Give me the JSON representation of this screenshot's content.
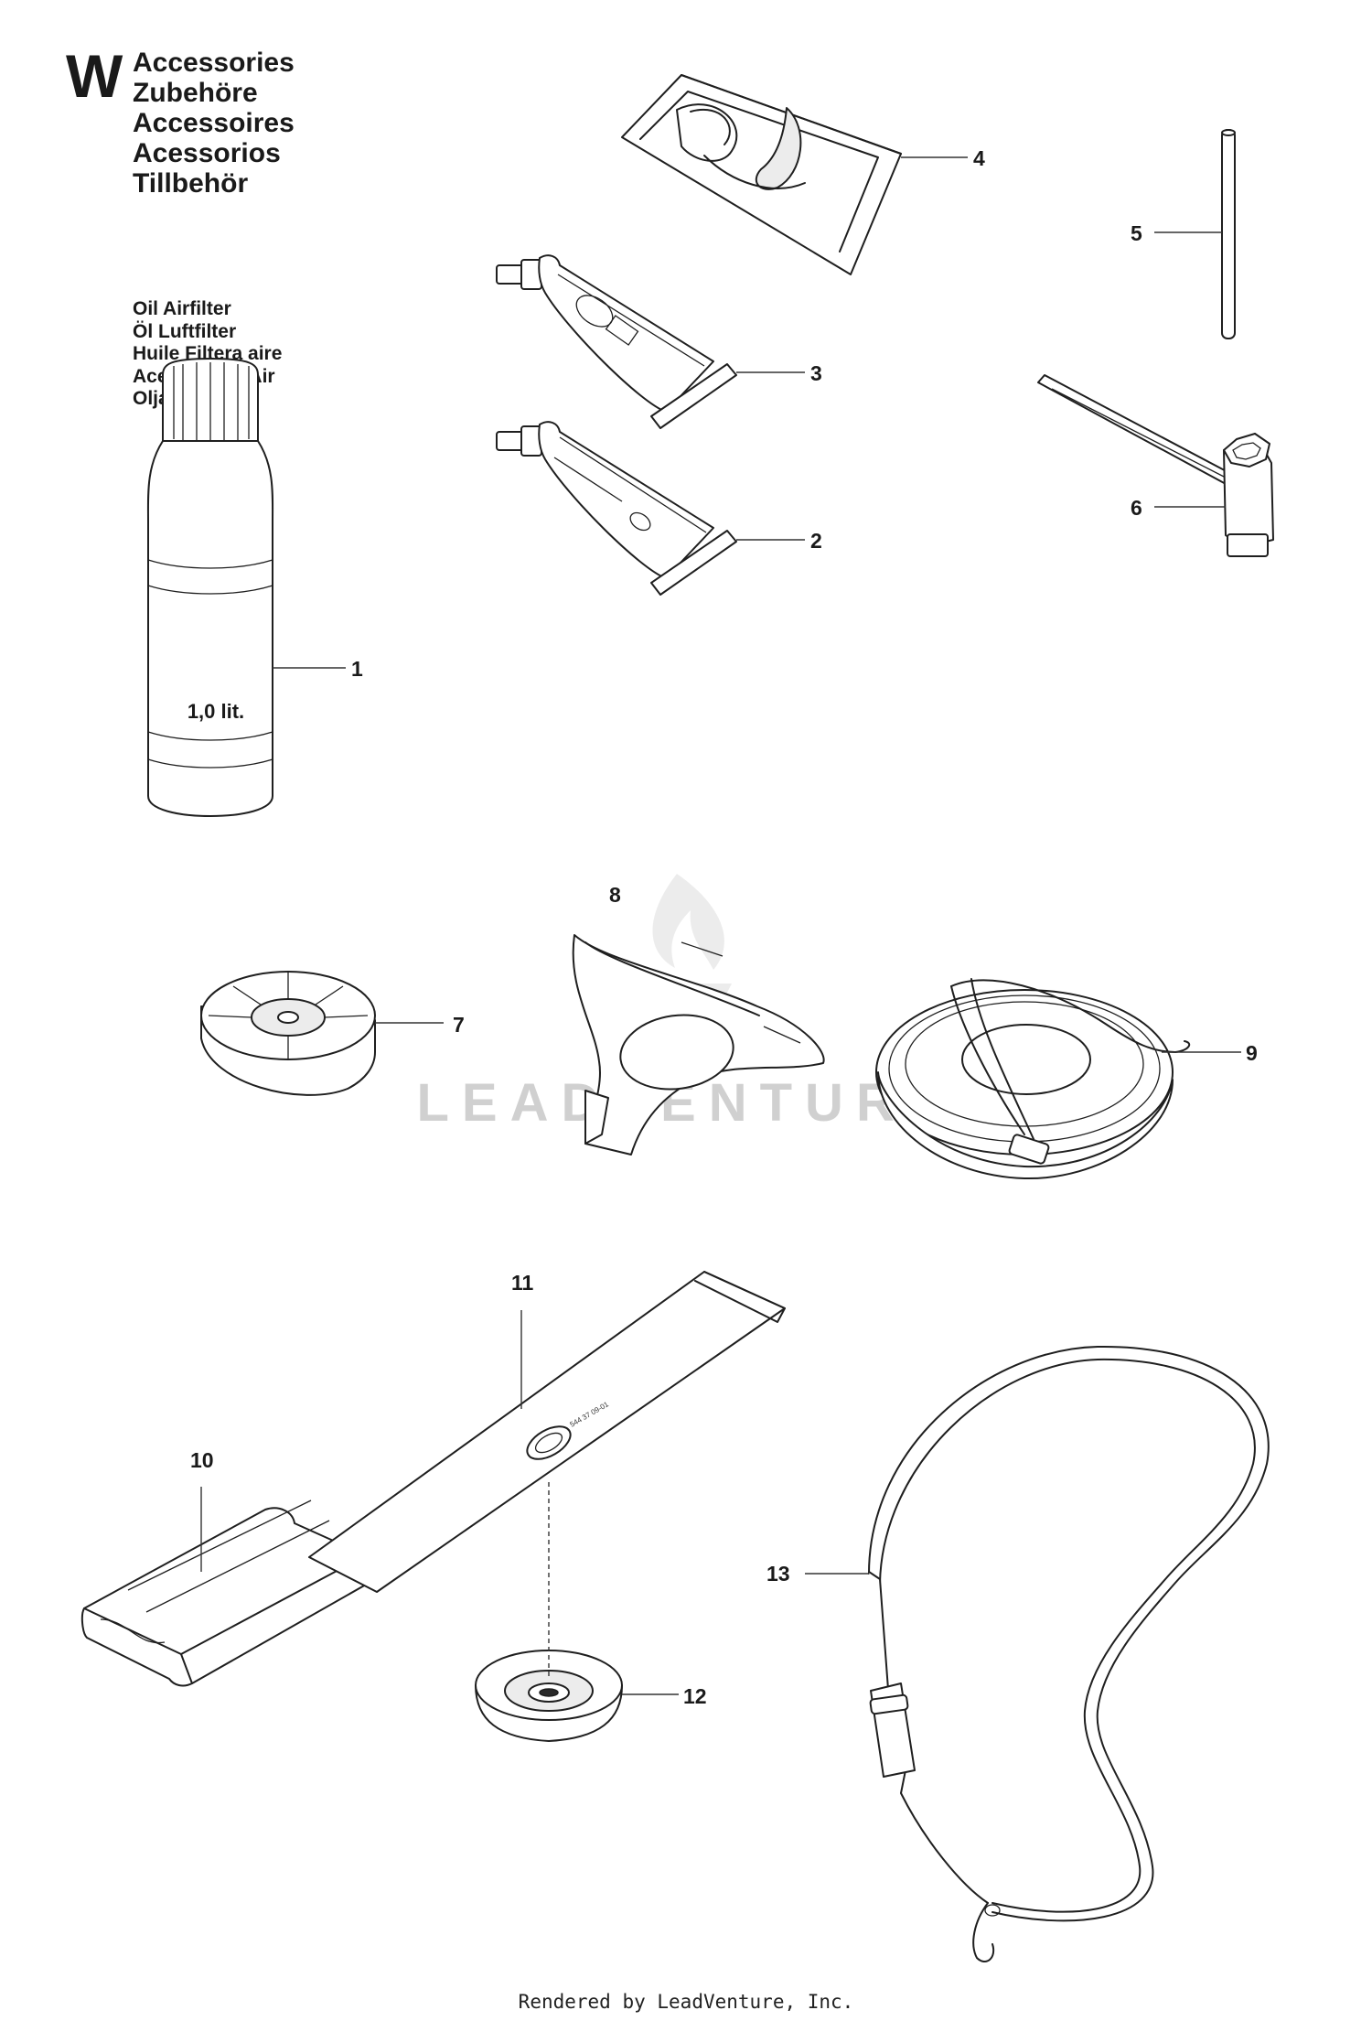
{
  "header": {
    "section_letter": "W",
    "titles": [
      "Accessories",
      "Zubehöre",
      "Accessoires",
      "Acessorios",
      "Tillbehör"
    ]
  },
  "oil_label": {
    "lines": [
      "Oil Airfilter",
      "Öl Luftfilter",
      "Huile Filtera aire",
      "Aceite Filtro Air",
      "Olja Luftfilter"
    ]
  },
  "bottle_text": "1,0 lit.",
  "callouts": [
    "1",
    "2",
    "3",
    "4",
    "5",
    "6",
    "7",
    "8",
    "9",
    "10",
    "11",
    "12",
    "13"
  ],
  "watermark": "LEADVENTURE",
  "footer": "Rendered by LeadVenture, Inc."
}
